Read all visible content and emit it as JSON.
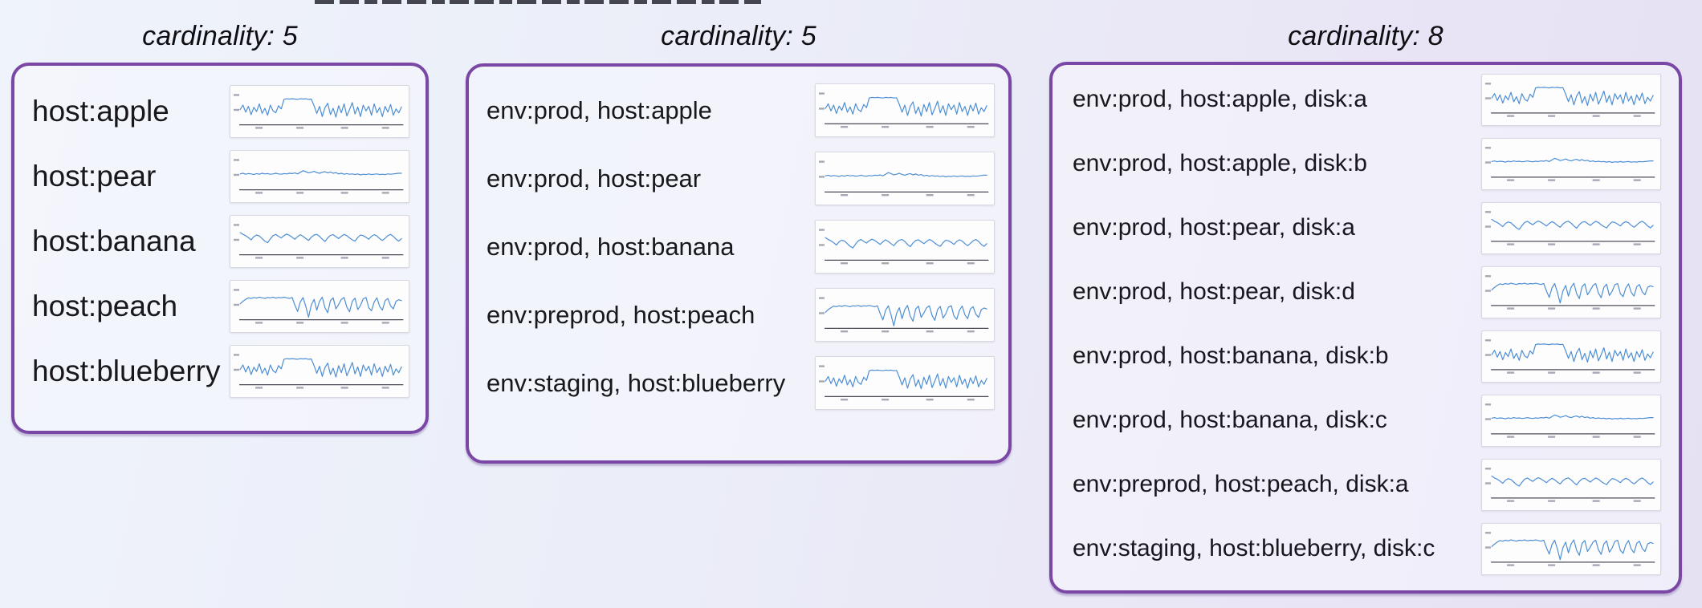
{
  "colors": {
    "box_border": "#7a47a5",
    "chart_line": "#4e8ed3",
    "axis": "#4c4c56",
    "tick": "#a6a9b3",
    "label_text": "#17171d",
    "background_left": "#eff3fb",
    "background_right": "#e5e1f3"
  },
  "groups": [
    {
      "title": "cardinality: 5",
      "rows": [
        {
          "label": "host:apple",
          "pattern": "noisy_plateau"
        },
        {
          "label": "host:pear",
          "pattern": "flat_low"
        },
        {
          "label": "host:banana",
          "pattern": "wavy_mid"
        },
        {
          "label": "host:peach",
          "pattern": "wavy_deep_dips"
        },
        {
          "label": "host:blueberry",
          "pattern": "noisy_plateau"
        }
      ]
    },
    {
      "title": "cardinality: 5",
      "rows": [
        {
          "label": "env:prod, host:apple",
          "pattern": "noisy_plateau"
        },
        {
          "label": "env:prod, host:pear",
          "pattern": "flat_low"
        },
        {
          "label": "env:prod, host:banana",
          "pattern": "wavy_mid"
        },
        {
          "label": "env:preprod, host:peach",
          "pattern": "wavy_deep_dips"
        },
        {
          "label": "env:staging, host:blueberry",
          "pattern": "noisy_plateau"
        }
      ]
    },
    {
      "title": "cardinality: 8",
      "rows": [
        {
          "label": "env:prod, host:apple, disk:a",
          "pattern": "noisy_plateau"
        },
        {
          "label": "env:prod, host:apple, disk:b",
          "pattern": "flat_low"
        },
        {
          "label": "env:prod, host:pear, disk:a",
          "pattern": "wavy_mid"
        },
        {
          "label": "env:prod, host:pear, disk:d",
          "pattern": "wavy_deep_dips"
        },
        {
          "label": "env:prod, host:banana, disk:b",
          "pattern": "noisy_plateau"
        },
        {
          "label": "env:prod, host:banana, disk:c",
          "pattern": "flat_low"
        },
        {
          "label": "env:preprod, host:peach, disk:a",
          "pattern": "wavy_mid"
        },
        {
          "label": "env:staging, host:blueberry, disk:c",
          "pattern": "wavy_deep_dips"
        }
      ]
    }
  ],
  "chart_data": {
    "type": "line",
    "description": "Miniature timeseries sparklines shown beside each tag combination; values normalized 0-100 (y), evenly spaced in time (x). Axis tick labels are too small to read in the source image.",
    "grid": false,
    "ylim": [
      0,
      100
    ],
    "patterns": {
      "noisy_plateau": [
        48,
        62,
        40,
        58,
        32,
        55,
        42,
        66,
        36,
        52,
        30,
        62,
        44,
        38,
        60,
        50,
        80,
        82,
        81,
        82,
        81,
        80,
        82,
        81,
        82,
        80,
        81,
        60,
        36,
        58,
        26,
        54,
        68,
        32,
        52,
        24,
        60,
        38,
        66,
        28,
        48,
        70,
        34,
        56,
        26,
        62,
        44,
        58,
        30,
        66,
        38,
        54,
        26,
        58,
        40,
        64,
        30,
        50,
        38,
        56
      ],
      "flat_low": [
        50,
        52,
        49,
        51,
        50,
        48,
        51,
        49,
        52,
        50,
        51,
        49,
        50,
        52,
        50,
        49,
        51,
        50,
        52,
        51,
        53,
        50,
        55,
        60,
        57,
        53,
        55,
        58,
        54,
        52,
        55,
        57,
        53,
        56,
        52,
        54,
        50,
        52,
        49,
        51,
        49,
        50,
        48,
        50,
        47,
        49,
        48,
        50,
        48,
        49,
        50,
        48,
        49,
        48,
        50,
        49,
        50,
        51,
        52,
        52
      ],
      "wavy_mid": [
        70,
        64,
        60,
        54,
        47,
        57,
        62,
        59,
        51,
        43,
        38,
        50,
        60,
        64,
        58,
        53,
        60,
        65,
        61,
        55,
        49,
        57,
        63,
        58,
        51,
        45,
        55,
        62,
        64,
        58,
        49,
        42,
        53,
        61,
        63,
        57,
        51,
        58,
        64,
        60,
        53,
        47,
        43,
        54,
        62,
        60,
        55,
        49,
        58,
        63,
        59,
        51,
        45,
        52,
        60,
        64,
        58,
        49,
        43,
        51
      ],
      "wavy_deep_dips": [
        50,
        58,
        64,
        69,
        67,
        70,
        68,
        71,
        69,
        67,
        70,
        69,
        71,
        68,
        70,
        69,
        71,
        69,
        67,
        70,
        46,
        26,
        56,
        70,
        42,
        8,
        46,
        64,
        30,
        58,
        71,
        38,
        22,
        60,
        69,
        34,
        48,
        64,
        70,
        40,
        25,
        58,
        68,
        32,
        45,
        66,
        70,
        38,
        28,
        56,
        69,
        42,
        30,
        60,
        67,
        44,
        34,
        58,
        63,
        60
      ]
    }
  }
}
